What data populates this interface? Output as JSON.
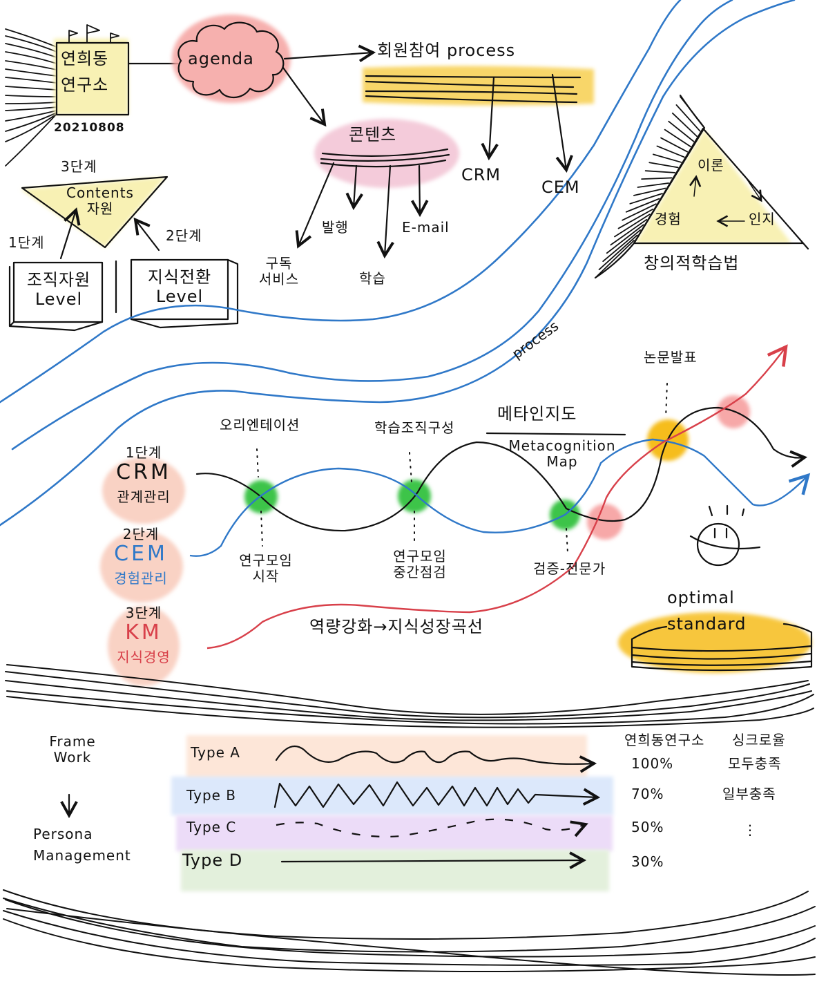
{
  "colors": {
    "ink": "#111111",
    "river_blue": "#2f78c8",
    "curve_red": "#d8404a",
    "agenda_fill": "#f5a3a0",
    "contents_fill": "#f3c6d6",
    "highlight_yellow": "#f7cf4f",
    "note_yellow": "#f8f1b4",
    "level_peach": "#f9d2c4",
    "node_green": "#3cc44a",
    "node_pink": "#f7a8a8",
    "node_gold": "#f6bd1e",
    "band_a": "#fde6d8",
    "band_b": "#dce8fb",
    "band_c": "#ecdcf8",
    "band_d": "#e3f0dc"
  },
  "top_left": {
    "title_note": [
      "연희동",
      "연구소"
    ],
    "date": "20210808",
    "stage3_label": "3단계",
    "triangle_label": [
      "Contents",
      "자원"
    ],
    "stage1_label": "1단계",
    "stage2_label": "2단계",
    "box_left": [
      "조직자원",
      "Level"
    ],
    "box_right": [
      "지식전환",
      "Level"
    ]
  },
  "agenda": {
    "label": "agenda",
    "process_title": "회원참여 process",
    "process_targets": [
      "CRM",
      "CEM"
    ],
    "contents_label": "콘텐츠",
    "contents_outputs": [
      "구독 서비스",
      "발행",
      "학습",
      "E-mail"
    ]
  },
  "triangle_learning": {
    "nodes": [
      "이론",
      "인지",
      "경험"
    ],
    "caption": "창의적학습법"
  },
  "river": {
    "label": "process"
  },
  "stages": [
    {
      "step": "1단계",
      "code": "CRM",
      "desc": "관계관리",
      "color": "ink"
    },
    {
      "step": "2단계",
      "code": "CEM",
      "desc": "경험관리",
      "color": "blue"
    },
    {
      "step": "3단계",
      "code": "KM",
      "desc": "지식경영",
      "color": "red"
    }
  ],
  "milestones_top": [
    "오리엔테이션",
    "학습조직구성",
    "논문발표"
  ],
  "milestones_bottom": [
    [
      "연구모임",
      "시작"
    ],
    [
      "연구모임",
      "중간점검"
    ],
    [
      "검증-전문가"
    ]
  ],
  "metacognition": {
    "title": "메타인지도",
    "subtitle": [
      "Metacognition",
      "Map"
    ]
  },
  "growth_curve_label": "역량강화→지식성장곡선",
  "optimal": {
    "line1": "optimal",
    "line2": "standard"
  },
  "framework": {
    "title": [
      "Frame",
      "Work"
    ],
    "arrow": "↓",
    "subtitle": [
      "Persona",
      "Management"
    ],
    "header_left": "연희동연구소",
    "header_right": "싱크로율",
    "types": [
      {
        "name": "Type A",
        "pct": "100%",
        "note": "모두충족",
        "pattern": "wave"
      },
      {
        "name": "Type B",
        "pct": "70%",
        "note": "일부충족",
        "pattern": "zigzag"
      },
      {
        "name": "Type C",
        "pct": "50%",
        "note": "⋮",
        "pattern": "dashed"
      },
      {
        "name": "Type D",
        "pct": "30%",
        "note": "",
        "pattern": "straight"
      }
    ]
  }
}
